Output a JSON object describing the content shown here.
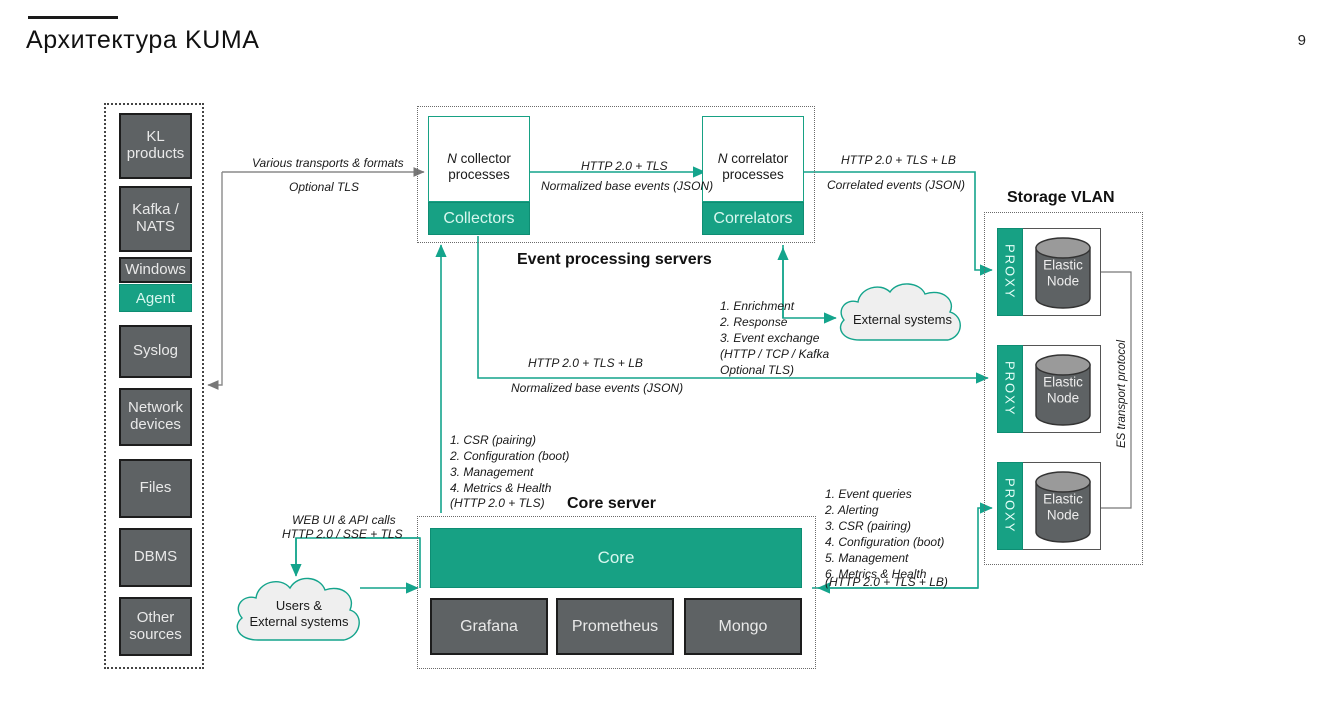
{
  "header": {
    "title": "Архитектура KUMA",
    "page_number": "9"
  },
  "sources_group": {
    "items": [
      {
        "label": "KL\nproducts"
      },
      {
        "label": "Kafka /\nNATS"
      },
      {
        "label": "Windows"
      },
      {
        "label": "Agent"
      },
      {
        "label": "Syslog"
      },
      {
        "label": "Network\ndevices"
      },
      {
        "label": "Files"
      },
      {
        "label": "DBMS"
      },
      {
        "label": "Other\nsources"
      }
    ]
  },
  "event_processing": {
    "group_label": "Event processing servers",
    "collector": {
      "top_label": "N collector\nprocesses",
      "bottom_label": "Collectors"
    },
    "correlator": {
      "top_label": "N correlator\nprocesses",
      "bottom_label": "Correlators"
    }
  },
  "core_server": {
    "group_label": "Core server",
    "core_label": "Core",
    "services": [
      "Grafana",
      "Prometheus",
      "Mongo"
    ]
  },
  "storage_vlan": {
    "title": "Storage VLAN",
    "proxy_label": "PROXY",
    "node_label": "Elastic\nNode",
    "transport_label": "ES transport protocol",
    "node_count": 3
  },
  "clouds": {
    "external_systems": "External systems",
    "users_external": "Users &\nExternal systems"
  },
  "annotations": {
    "ingest_line1": "Various transports & formats",
    "ingest_line2": "Optional TLS",
    "collector_to_correlator_1": "HTTP 2.0 + TLS",
    "collector_to_correlator_2": "Normalized base events (JSON)",
    "correlator_to_storage_1": "HTTP 2.0 + TLS + LB",
    "correlator_to_storage_2": "Correlated events (JSON)",
    "external_list": "1. Enrichment\n2. Response\n3. Event exchange\n(HTTP / TCP / Kafka\nOptional TLS)",
    "collector_to_storage_1": "HTTP 2.0 + TLS + LB",
    "collector_to_storage_2": "Normalized base events (JSON)",
    "core_to_agents_list": "1. CSR (pairing)\n2. Configuration (boot)\n3. Management\n4. Metrics & Health",
    "core_to_agents_proto": "(HTTP 2.0 + TLS)",
    "web_ui_1": "WEB UI & API calls",
    "web_ui_2": "HTTP 2.0 / SSE + TLS",
    "core_to_storage_list": "1. Event queries\n2. Alerting\n3. CSR (pairing)\n4. Configuration (boot)\n5. Management\n6. Metrics & Health",
    "core_to_storage_proto": "(HTTP 2.0 + TLS + LB)"
  },
  "colors": {
    "teal": "#17a184",
    "gray": "#5e6264",
    "cloud_fill": "#efefef",
    "cloud_stroke": "#14a48c"
  }
}
